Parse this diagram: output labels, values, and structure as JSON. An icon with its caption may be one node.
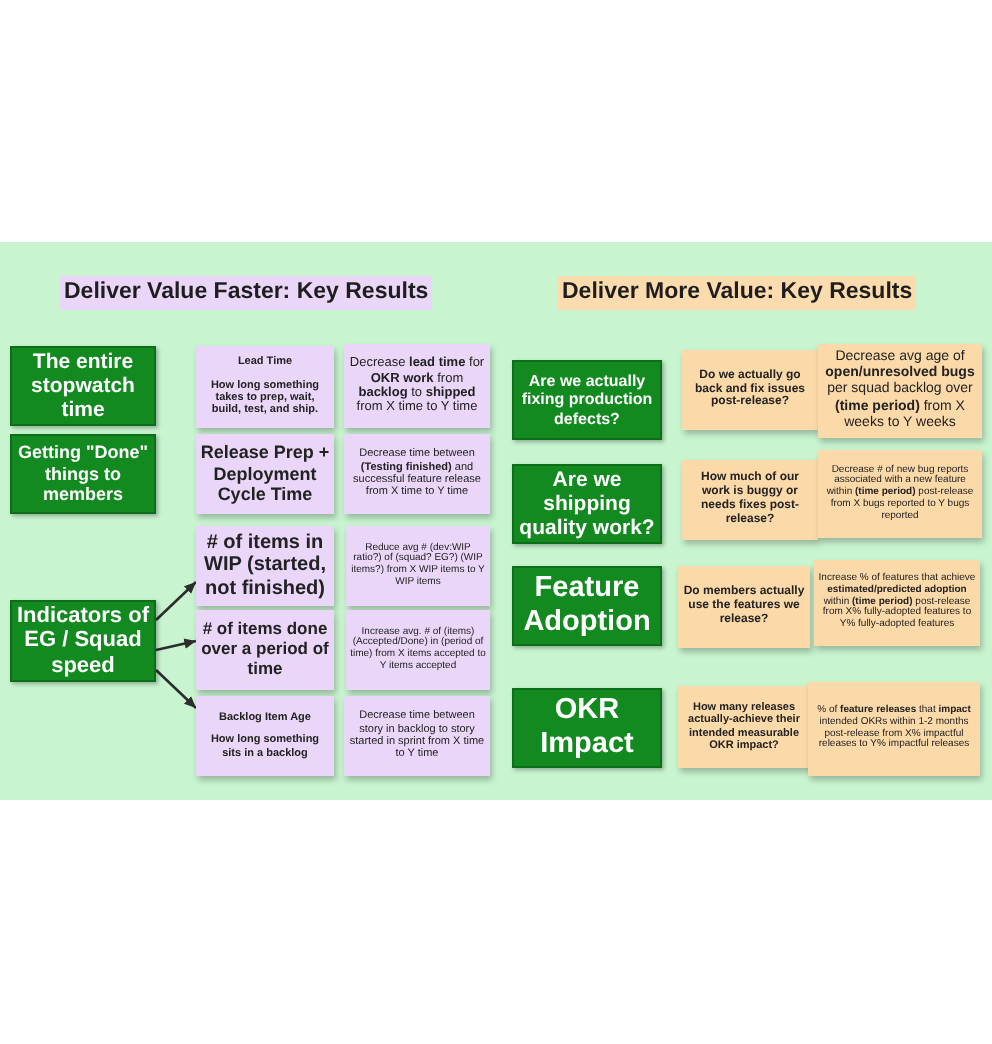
{
  "diagram": {
    "nodes": [
      {
        "text": [
          "The entire stopwatch time"
        ]
      },
      {
        "text": [
          "Lead Time",
          "How long something takes to prep, wait, build, test, and ship."
        ]
      },
      {
        "text": [
          "Decrease **lead time** for **OKR work** from **backlog** to **shipped** from X time to Y time"
        ]
      },
      {
        "text": [
          "Getting \"Done\" things to members"
        ]
      },
      {
        "text": [
          "Release Prep + Deployment Cycle Time"
        ]
      },
      {
        "text": [
          "Decrease time between **(Testing finished)** and successful feature release from X time to Y time"
        ]
      },
      {
        "text": [
          "Indicators of EG / Squad speed"
        ]
      },
      {
        "text": [
          "# of items in WIP (started, not finished)"
        ]
      },
      {
        "text": [
          "Reduce avg # (dev:WIP ratio?) of (squad? EG?) (WIP items?) from X WIP items to Y WIP items"
        ]
      },
      {
        "text": [
          "# of items done over a period of time"
        ]
      },
      {
        "text": [
          "Increase avg. # of (items) (Accepted/Done) in (period of time) from X items accepted to Y items accepted"
        ]
      },
      {
        "text": [
          "Backlog Item Age",
          "How long something sits in a backlog"
        ]
      },
      {
        "text": [
          "Decrease time between story in backlog to story started in sprint from X time to Y time"
        ]
      },
      {
        "text": [
          "Are we actually fixing production defects?"
        ]
      },
      {
        "text": [
          "Do we actually go back and fix issues post-release?"
        ]
      },
      {
        "text": [
          "Decrease avg age of **open/unresolved bugs** per squad backlog over **(time period)** from X weeks to Y weeks"
        ]
      },
      {
        "text": [
          "Are we shipping quality work?"
        ]
      },
      {
        "text": [
          "How much of our work is buggy or needs fixes post-release?"
        ]
      },
      {
        "text": [
          "Decrease # of new bug reports associated with a new feature within **(time period)** post-release from X bugs reported to Y bugs reported"
        ]
      },
      {
        "text": [
          "Feature Adoption"
        ]
      },
      {
        "text": [
          "Do members actually use the features we release?"
        ]
      },
      {
        "text": [
          "Increase % of features that achieve **estimated/predicted adoption** within **(time period)** post-release from X% fully-adopted features to Y% fully-adopted features"
        ]
      },
      {
        "text": [
          "OKR Impact"
        ]
      },
      {
        "text": [
          "How many releases actually-achieve their intended measurable OKR impact?"
        ]
      },
      {
        "text": [
          "% of **feature releases** that **impact** intended OKRs within 1-2 months post-release from X% impactful releases to Y% impactful releases"
        ]
      }
    ],
    "edges": [
      {
        "from": 6,
        "to": 7,
        "arrow": "to"
      },
      {
        "from": 6,
        "to": 9,
        "arrow": "to"
      },
      {
        "from": 6,
        "to": 11,
        "arrow": "to"
      }
    ],
    "labels": [
      "Deliver Value Faster: Key Results",
      "Deliver More Value: Key Results"
    ]
  }
}
